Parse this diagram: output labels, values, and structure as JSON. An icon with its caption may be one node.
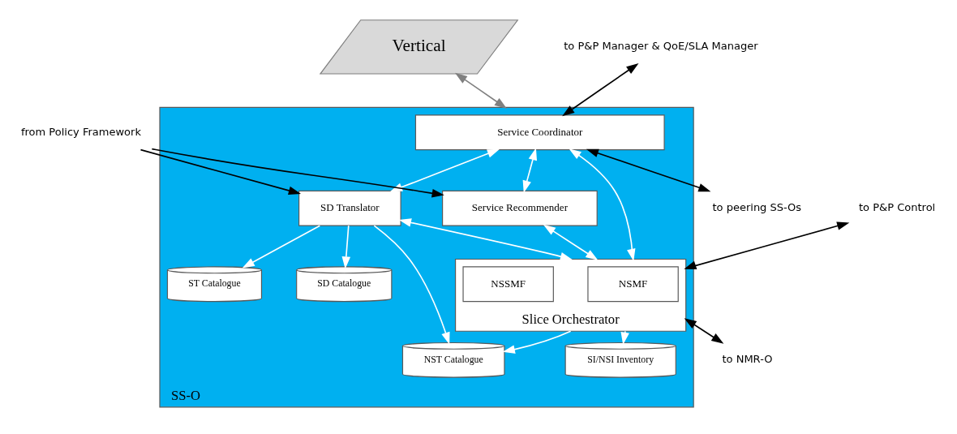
{
  "diagram": {
    "nodes": [
      {
        "text": [
          "Vertical"
        ]
      },
      {
        "text": [
          "SS-O"
        ]
      },
      {
        "text": [
          "Service Coordinator"
        ],
        "in": 1
      },
      {
        "text": [
          "Service Recommender"
        ],
        "in": 1
      },
      {
        "text": [
          "SD Translator"
        ],
        "in": 1
      },
      {
        "text": [
          "Slice Orchestrator"
        ],
        "in": 1
      },
      {
        "text": [
          "NSMF"
        ],
        "in": 5
      },
      {
        "text": [
          "NSSMF"
        ],
        "in": 5
      },
      {
        "text": [
          "ST Catalogue"
        ],
        "in": 1
      },
      {
        "text": [
          "SD Catalogue"
        ],
        "in": 1
      },
      {
        "text": [
          "NST Catalogue"
        ],
        "in": 1
      },
      {
        "text": [
          "SI/NSI Inventory"
        ],
        "in": 1
      },
      {
        "text": [
          "to P&P Manager & QoE/SLA Manager"
        ]
      },
      {
        "text": [
          "to peering SS-Os"
        ]
      },
      {
        "text": [
          "from Policy Framework"
        ]
      },
      {
        "text": [
          "to P&P Control"
        ]
      },
      {
        "text": [
          "to NMR-O"
        ]
      }
    ],
    "edges": [
      {
        "from": 0,
        "to": 1,
        "arrow": "both",
        "color": "#808080"
      },
      {
        "from": 12,
        "to": 2,
        "arrow": "both",
        "color": "#000000"
      },
      {
        "from": 2,
        "to": 13,
        "arrow": "both",
        "color": "#000000"
      },
      {
        "from": 14,
        "to": 3,
        "arrow": "to",
        "color": "#000000"
      },
      {
        "from": 14,
        "to": 4,
        "arrow": "to",
        "color": "#000000"
      },
      {
        "from": 2,
        "to": 3,
        "arrow": "both"
      },
      {
        "from": 2,
        "to": 5,
        "arrow": "both"
      },
      {
        "from": 2,
        "to": 4,
        "arrow": "both"
      },
      {
        "from": 3,
        "to": 5,
        "arrow": "both"
      },
      {
        "from": 4,
        "to": 5,
        "arrow": "both"
      },
      {
        "from": 4,
        "to": 8,
        "arrow": "to"
      },
      {
        "from": 4,
        "to": 9,
        "arrow": "to"
      },
      {
        "from": 4,
        "to": 10,
        "arrow": "to"
      },
      {
        "from": 5,
        "to": 10,
        "arrow": "to"
      },
      {
        "from": 5,
        "to": 11,
        "arrow": "to"
      },
      {
        "from": 15,
        "to": 5,
        "arrow": "both",
        "color": "#000000"
      },
      {
        "from": 5,
        "to": 16,
        "arrow": "both",
        "color": "#000000"
      }
    ]
  }
}
